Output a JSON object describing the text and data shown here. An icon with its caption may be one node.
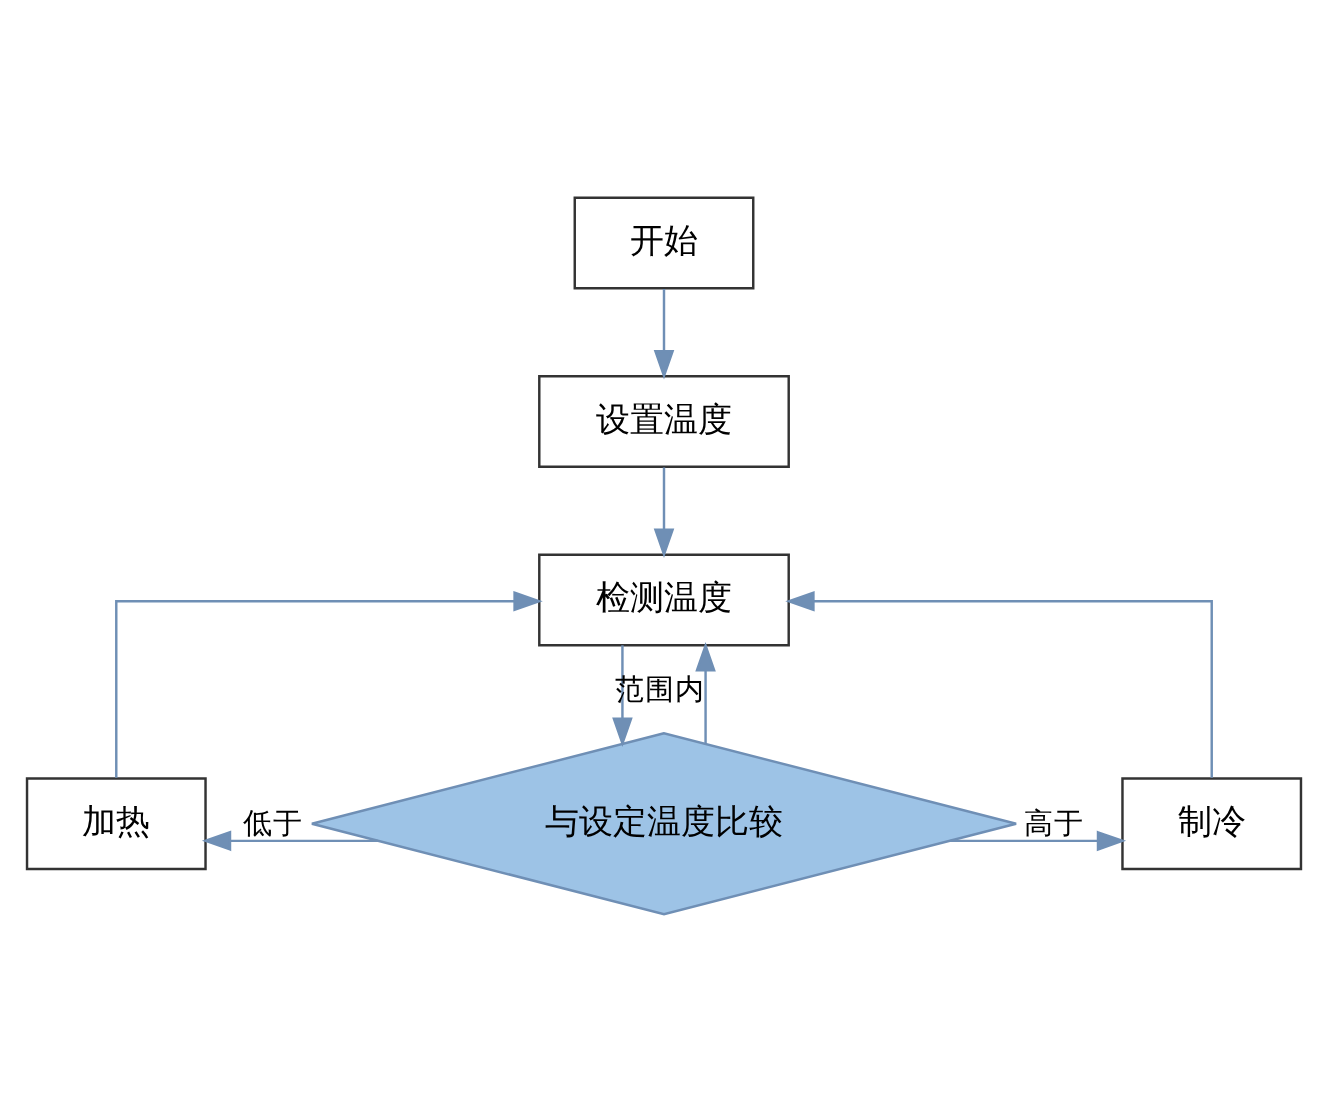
{
  "diagram": {
    "nodes": [
      {
        "text": [
          "开始"
        ]
      },
      {
        "text": [
          "设置温度"
        ]
      },
      {
        "text": [
          "检测温度"
        ]
      },
      {
        "text": [
          "加热"
        ]
      },
      {
        "text": [
          "与设定温度比较"
        ]
      },
      {
        "text": [
          "制冷"
        ]
      }
    ],
    "edges": [
      {
        "from": 0,
        "to": 1,
        "arrow": "to"
      },
      {
        "from": 1,
        "to": 2,
        "arrow": "to"
      },
      {
        "from": 2,
        "to": 4,
        "arrow": "to"
      },
      {
        "from": 4,
        "to": 3,
        "arrow": "to",
        "label": "低于"
      },
      {
        "from": 4,
        "to": 5,
        "arrow": "to",
        "label": "高于"
      },
      {
        "from": 3,
        "to": 2,
        "arrow": "to"
      },
      {
        "from": 5,
        "to": 2,
        "arrow": "to"
      },
      {
        "from": 4,
        "to": 2,
        "arrow": "to",
        "label": "范围内"
      }
    ]
  }
}
